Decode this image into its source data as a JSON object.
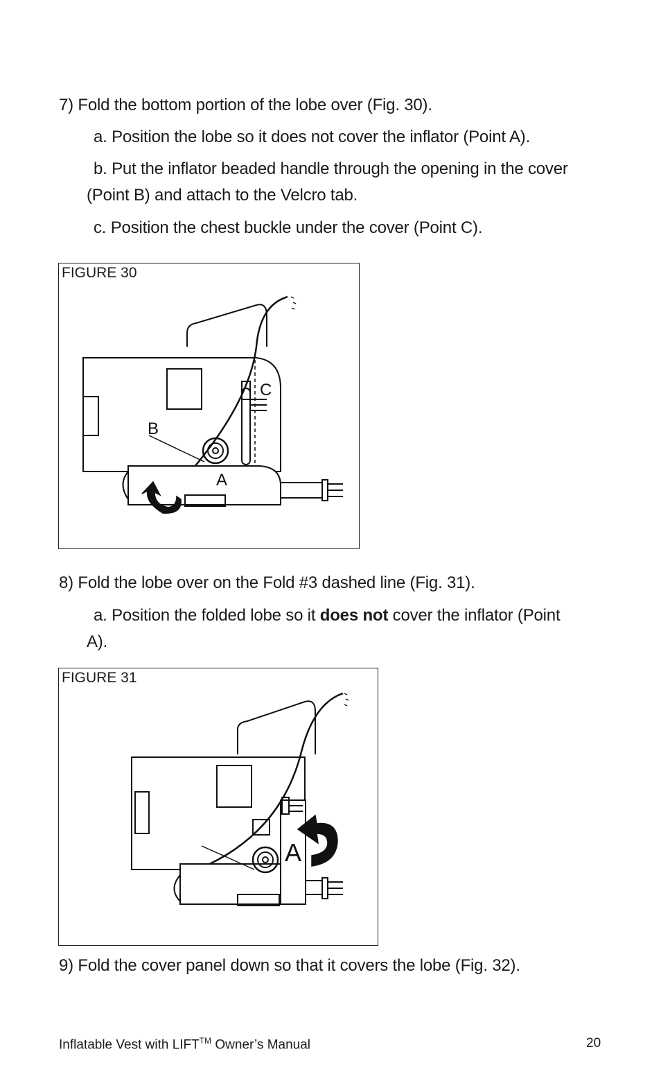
{
  "steps": {
    "s7": "7)   Fold the bottom portion of the lobe over (Fig. 30).",
    "s7a": "a.  Position the lobe so it does not cover the inflator (Point A).",
    "s7b_1": "b.  Put the inflator beaded handle through the opening in the cover",
    "s7b_2": "(Point B) and attach to the Velcro tab.",
    "s7c": "c.  Position the chest buckle under the cover (Point C).",
    "s8": "8) Fold the lobe over on the Fold #3 dashed line (Fig. 31).",
    "s8a_pre": "a.  Position the folded lobe so it ",
    "s8a_bold": "does not",
    "s8a_post": " cover the inflator (Point",
    "s8a_2": "A).",
    "s9": "9) Fold the cover panel down so that it covers the lobe (Fig. 32)."
  },
  "figure30": {
    "label": "FIGURE 30",
    "point_a": "A",
    "point_b": "B",
    "point_c": "C"
  },
  "figure31": {
    "label": "FIGURE 31",
    "point_a": "A"
  },
  "footer": {
    "title": "Inflatable Vest with LIFT",
    "tm": "TM",
    "title_rest": " Owner’s Manual",
    "page": "20"
  }
}
